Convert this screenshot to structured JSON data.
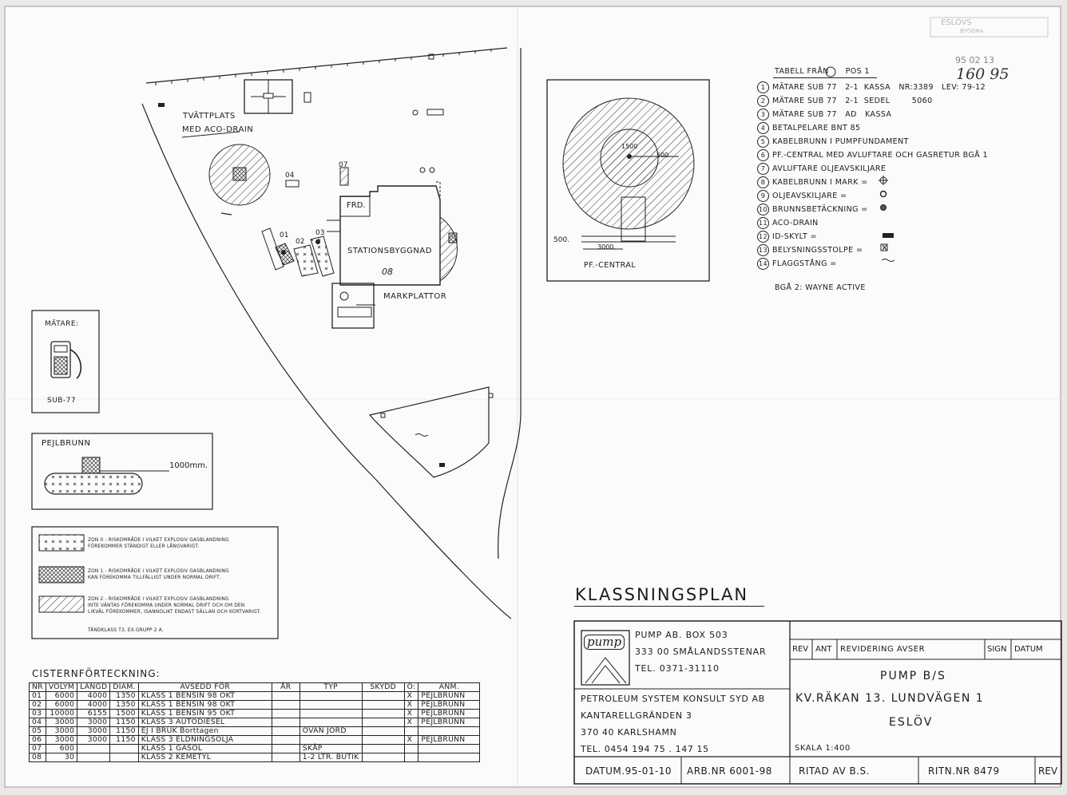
{
  "title": "KLASSNINGSPLAN",
  "stamp": {
    "top": "ESLÖVS",
    "bottom": "BYGGNA",
    "date": "95 02 13",
    "number": "160 95"
  },
  "site": {
    "washplace": [
      "TVÄTTPLATS",
      "MED ACO-DRAIN"
    ],
    "building": "STATIONSBYGGNAD",
    "frd": "FRD.",
    "markplattor": "MARKPLATTOR",
    "building_no": "08",
    "pump_labels": [
      "01",
      "02",
      "03",
      "04",
      "07"
    ]
  },
  "meter_box": {
    "title": "MÄTARE:",
    "model": "SUB-77"
  },
  "pejlbrunn": {
    "title": "PEJLBRUNN",
    "dim": "1000mm."
  },
  "zones": [
    {
      "line1": "ZON 0 - RISKOMRÅDE I VILKET EXPLOSIV GASBLANDNING",
      "line2": "FÖREKOMMER STÄNDIGT ELLER LÅNGVARIGT.",
      "line3": ""
    },
    {
      "line1": "ZON 1 - RISKOMRÅDE I VILKET EXPLOSIV GASBLANDNING",
      "line2": "KAN FÖREKOMMA TILLFÄLLIGT UNDER NORMAL DRIFT.",
      "line3": ""
    },
    {
      "line1": "ZON 2 - RISKOMRÅDE I VILKET EXPLOSIV GASBLANDNING",
      "line2": "INTE VÄNTAS FÖREKOMMA UNDER NORMAL DRIFT OCH OM DEN",
      "line3": "LIKVÄL FÖREKOMMER, ISANNOLIKT ENDAST SÄLLAN OCH KORTVARIGT."
    }
  ],
  "tandklass": "TÄNDKLASS T3, EX.GRUPP 2 A.",
  "pf_detail": {
    "r1": "1500",
    "r2": "500",
    "w1": "3000.",
    "w2": "500.",
    "caption": "PF.-CENTRAL"
  },
  "legend": {
    "header": "TABELL FRÅN",
    "header_suffix": "POS 1",
    "items": [
      {
        "n": "1",
        "text": "MÄTARE SUB 77   2-1  KASSA   NR:3389   LEV: 79-12"
      },
      {
        "n": "2",
        "text": "MÄTARE SUB 77   2-1  SEDEL        5060"
      },
      {
        "n": "3",
        "text": "MÄTARE SUB 77   AD   KASSA"
      },
      {
        "n": "4",
        "text": "BETALPELARE BNT 85"
      },
      {
        "n": "5",
        "text": "KABELBRUNN I PUMPFUNDAMENT"
      },
      {
        "n": "6",
        "text": "PF.-CENTRAL MED AVLUFTARE OCH GASRETUR BGÅ 1"
      },
      {
        "n": "7",
        "text": "AVLUFTARE OLJEAVSKILJARE"
      },
      {
        "n": "8",
        "text": "KABELBRUNN I MARK ="
      },
      {
        "n": "9",
        "text": "OLJEAVSKILJARE ="
      },
      {
        "n": "10",
        "text": "BRUNNSBETÄCKNING ="
      },
      {
        "n": "11",
        "text": "ACO-DRAIN"
      },
      {
        "n": "12",
        "text": "ID-SKYLT ="
      },
      {
        "n": "13",
        "text": "BELYSNINGSSTOLPE ="
      },
      {
        "n": "14",
        "text": "FLAGGSTÅNG ="
      }
    ],
    "note": "BGÅ 2: WAYNE ACTIVE"
  },
  "cistern": {
    "title": "CISTERNFÖRTECKNING:",
    "headers": [
      "NR",
      "VOLYM",
      "LÄNGD",
      "DIAM.",
      "AVSEDD FÖR",
      "ÅR",
      "TYP",
      "SKYDD",
      "Ö:",
      "ANM."
    ],
    "rows": [
      [
        "01",
        "6000",
        "4000",
        "1350",
        "KLASS 1 BENSIN 98 OKT",
        "",
        "",
        "",
        "X",
        "PEJLBRUNN"
      ],
      [
        "02",
        "6000",
        "4000",
        "1350",
        "KLASS 1 BENSIN 98 OKT",
        "",
        "",
        "",
        "X",
        "PEJLBRUNN"
      ],
      [
        "03",
        "10000",
        "6155",
        "1500",
        "KLASS 1 BENSIN 95 OKT",
        "",
        "",
        "",
        "X",
        "PEJLBRUNN"
      ],
      [
        "04",
        "3000",
        "3000",
        "1150",
        "KLASS 3 AUTODIESEL",
        "",
        "",
        "",
        "X",
        "PEJLBRUNN"
      ],
      [
        "05",
        "3000",
        "3000",
        "1150",
        "EJ I BRUK  Borttagen",
        "",
        "OVAN JORD",
        "",
        "",
        ""
      ],
      [
        "06",
        "3000",
        "3000",
        "1150",
        "KLASS 3 ELDNINGSOLJA",
        "",
        "",
        "",
        "X",
        "PEJLBRUNN"
      ],
      [
        "07",
        "600",
        "",
        "",
        "KLASS 1 GASOL",
        "",
        "SKÅP",
        "",
        "",
        ""
      ],
      [
        "08",
        "30",
        "",
        "",
        "KLASS 2 KEMETYL",
        "",
        "1-2 LTR. BUTIK",
        "",
        "",
        ""
      ]
    ]
  },
  "titleblock": {
    "logo": "pump",
    "company": [
      "PUMP AB. BOX 503",
      "333 00  SMÅLANDSSTENAR",
      "TEL. 0371-31110"
    ],
    "consultant": [
      "PETROLEUM SYSTEM KONSULT SYD AB",
      "KANTARELLGRÄNDEN 3",
      "370 40 KARLSHAMN",
      "TEL. 0454 194 75 . 147 15"
    ],
    "rev_headers": [
      "REV",
      "ANT",
      "REVIDERING AVSER",
      "SIGN",
      "DATUM"
    ],
    "project": [
      "PUMP B/S",
      "KV.RÄKAN 13. LUNDVÄGEN 1",
      "ESLÖV"
    ],
    "scale": "SKALA 1:400",
    "footer": [
      "DATUM.95-01-10",
      "ARB.NR  6001-98",
      "RITAD AV  B.S.",
      "RITN.NR  8479",
      "REV"
    ]
  }
}
